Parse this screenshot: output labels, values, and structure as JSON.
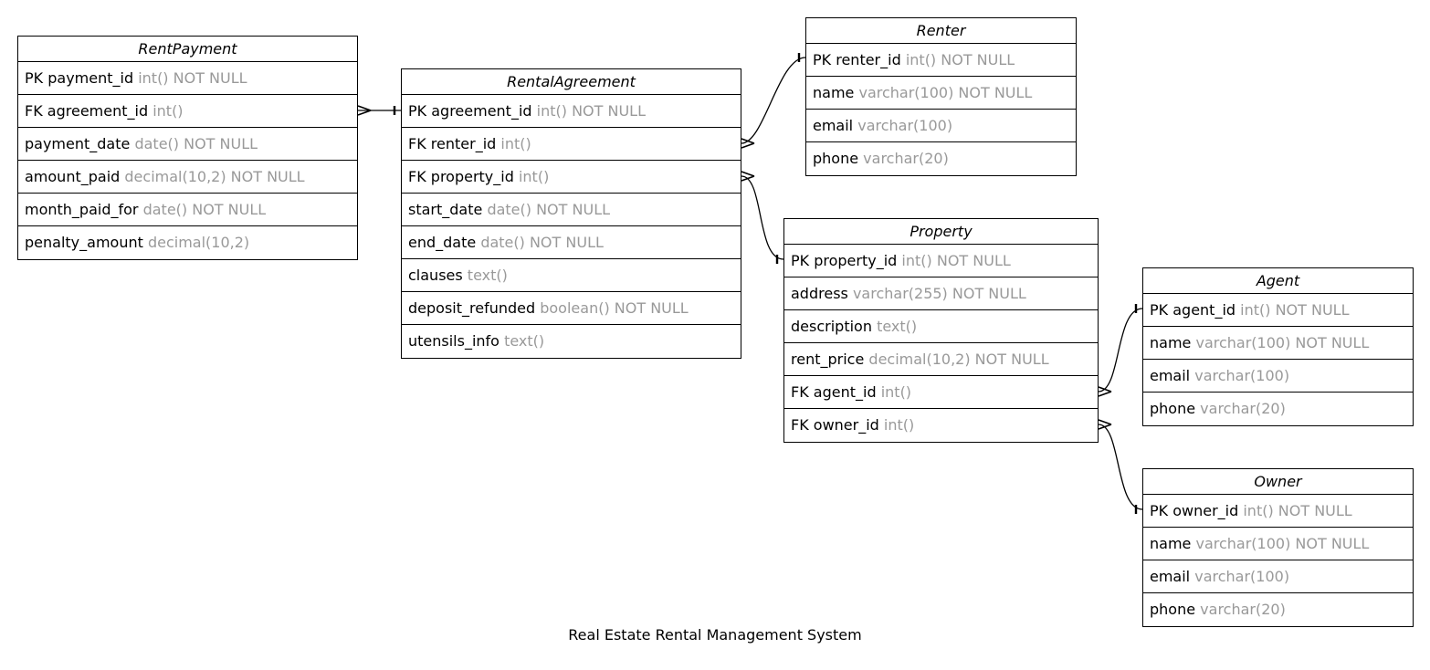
{
  "diagram": {
    "title": "Real Estate Rental Management System",
    "colors": {
      "line": "#000000",
      "type_text": "#999999",
      "background": "#ffffff"
    },
    "entities": {
      "rent_payment": {
        "name": "RentPayment",
        "columns": [
          {
            "field": "PK payment_id",
            "type": "int() NOT NULL"
          },
          {
            "field": "FK agreement_id",
            "type": "int()"
          },
          {
            "field": "payment_date",
            "type": "date() NOT NULL"
          },
          {
            "field": "amount_paid",
            "type": "decimal(10,2) NOT NULL"
          },
          {
            "field": "month_paid_for",
            "type": "date() NOT NULL"
          },
          {
            "field": "penalty_amount",
            "type": "decimal(10,2)"
          }
        ]
      },
      "rental_agreement": {
        "name": "RentalAgreement",
        "columns": [
          {
            "field": "PK agreement_id",
            "type": "int() NOT NULL"
          },
          {
            "field": "FK renter_id",
            "type": "int()"
          },
          {
            "field": "FK property_id",
            "type": "int()"
          },
          {
            "field": "start_date",
            "type": "date() NOT NULL"
          },
          {
            "field": "end_date",
            "type": "date() NOT NULL"
          },
          {
            "field": "clauses",
            "type": "text()"
          },
          {
            "field": "deposit_refunded",
            "type": "boolean() NOT NULL"
          },
          {
            "field": "utensils_info",
            "type": "text()"
          }
        ]
      },
      "renter": {
        "name": "Renter",
        "columns": [
          {
            "field": "PK renter_id",
            "type": "int() NOT NULL"
          },
          {
            "field": "name",
            "type": "varchar(100) NOT NULL"
          },
          {
            "field": "email",
            "type": "varchar(100)"
          },
          {
            "field": "phone",
            "type": "varchar(20)"
          }
        ]
      },
      "property": {
        "name": "Property",
        "columns": [
          {
            "field": "PK property_id",
            "type": "int() NOT NULL"
          },
          {
            "field": "address",
            "type": "varchar(255) NOT NULL"
          },
          {
            "field": "description",
            "type": "text()"
          },
          {
            "field": "rent_price",
            "type": "decimal(10,2) NOT NULL"
          },
          {
            "field": "FK agent_id",
            "type": "int()"
          },
          {
            "field": "FK owner_id",
            "type": "int()"
          }
        ]
      },
      "agent": {
        "name": "Agent",
        "columns": [
          {
            "field": "PK agent_id",
            "type": "int() NOT NULL"
          },
          {
            "field": "name",
            "type": "varchar(100) NOT NULL"
          },
          {
            "field": "email",
            "type": "varchar(100)"
          },
          {
            "field": "phone",
            "type": "varchar(20)"
          }
        ]
      },
      "owner": {
        "name": "Owner",
        "columns": [
          {
            "field": "PK owner_id",
            "type": "int() NOT NULL"
          },
          {
            "field": "name",
            "type": "varchar(100) NOT NULL"
          },
          {
            "field": "email",
            "type": "varchar(100)"
          },
          {
            "field": "phone",
            "type": "varchar(20)"
          }
        ]
      }
    },
    "relationships": [
      {
        "from": "RentPayment.agreement_id",
        "to": "RentalAgreement.agreement_id",
        "from_end": "many",
        "to_end": "one"
      },
      {
        "from": "RentalAgreement.renter_id",
        "to": "Renter.renter_id",
        "from_end": "many",
        "to_end": "one"
      },
      {
        "from": "RentalAgreement.property_id",
        "to": "Property.property_id",
        "from_end": "many",
        "to_end": "one"
      },
      {
        "from": "Property.agent_id",
        "to": "Agent.agent_id",
        "from_end": "many",
        "to_end": "one"
      },
      {
        "from": "Property.owner_id",
        "to": "Owner.owner_id",
        "from_end": "many",
        "to_end": "one"
      }
    ]
  }
}
